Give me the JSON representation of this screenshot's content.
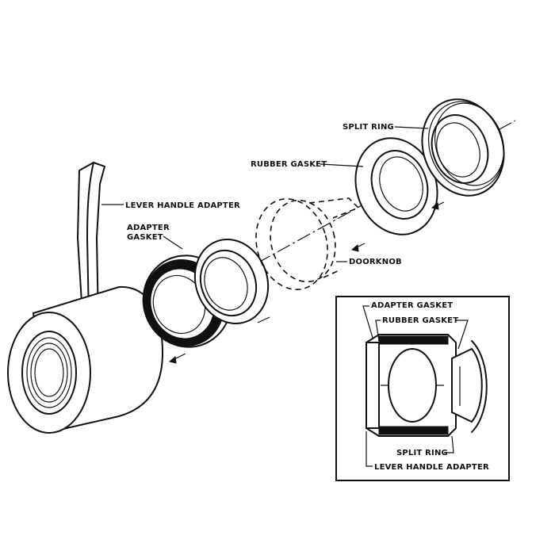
{
  "labels": {
    "split_ring": "SPLIT RING",
    "rubber_gasket": "RUBBER GASKET",
    "lever_handle_adapter": "LEVER HANDLE ADAPTER",
    "adapter_gasket_line1": "ADAPTER",
    "adapter_gasket_line2": "GASKET",
    "doorknob": "DOORKNOB"
  },
  "inset": {
    "adapter_gasket": "ADAPTER GASKET",
    "rubber_gasket": "RUBBER GASKET",
    "split_ring": "SPLIT RING",
    "lever_handle_adapter": "LEVER HANDLE ADAPTER"
  }
}
